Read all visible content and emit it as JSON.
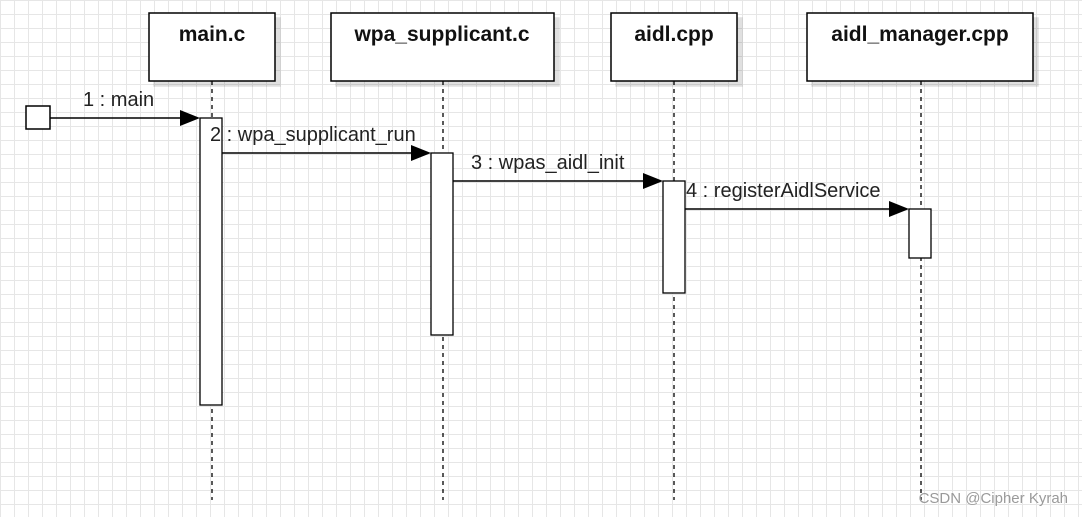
{
  "participants": [
    {
      "label": "main.c"
    },
    {
      "label": "wpa_supplicant.c"
    },
    {
      "label": "aidl.cpp"
    },
    {
      "label": "aidl_manager.cpp"
    }
  ],
  "messages": [
    {
      "label": "1 : main"
    },
    {
      "label": "2 : wpa_supplicant_run"
    },
    {
      "label": "3 : wpas_aidl_init"
    },
    {
      "label": "4 : registerAidlService"
    }
  ],
  "watermark": "CSDN @Cipher Kyrah"
}
